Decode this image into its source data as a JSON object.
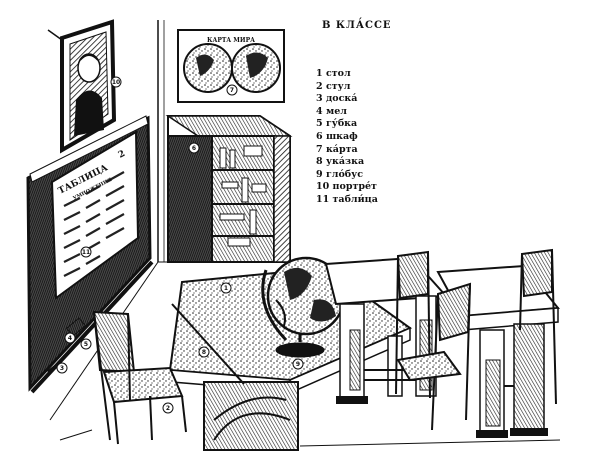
{
  "title": "В КЛА́ССЕ",
  "legend": [
    {
      "number": "1",
      "word": "стол"
    },
    {
      "number": "2",
      "word": "стул"
    },
    {
      "number": "3",
      "word": "доска́"
    },
    {
      "number": "4",
      "word": "мел"
    },
    {
      "number": "5",
      "word": "гу́бка"
    },
    {
      "number": "6",
      "word": "шкаф"
    },
    {
      "number": "7",
      "word": "ка́рта"
    },
    {
      "number": "8",
      "word": "ука́зка"
    },
    {
      "number": "9",
      "word": "гло́бус"
    },
    {
      "number": "10",
      "word": "портре́т"
    },
    {
      "number": "11",
      "word": "табли́ца"
    }
  ],
  "map": {
    "title": "КАРТА МИРА"
  },
  "board_table": {
    "heading": "ТАБЛИЦА",
    "number": "2",
    "subheading": "УМНОЖЕНИЯ"
  },
  "callouts": [
    "1",
    "2",
    "3",
    "4",
    "5",
    "6",
    "7",
    "8",
    "9",
    "10",
    "11"
  ]
}
